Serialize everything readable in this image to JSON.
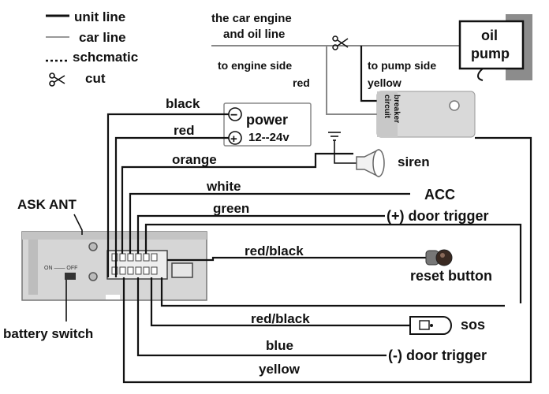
{
  "legend": {
    "unit_line": "unit line",
    "car_line": "car line",
    "schematic": "schcmatic",
    "cut": "cut"
  },
  "engine": {
    "title_line1": "the car engine",
    "title_line2": "and oil line",
    "to_engine_side": "to engine side",
    "to_pump_side": "to pump side",
    "red": "red",
    "yellow": "yellow"
  },
  "oil_pump": {
    "line1": "oil",
    "line2": "pump"
  },
  "circuit_breaker": {
    "line1": "circuit",
    "line2": "breaker"
  },
  "power": {
    "label": "power",
    "voltage": "12--24v",
    "minus": "−",
    "plus": "+"
  },
  "wires": {
    "black": "black",
    "red": "red",
    "orange": "orange",
    "white": "white",
    "green": "green",
    "red_black_1": "red/black",
    "red_black_2": "red/black",
    "blue": "blue",
    "yellow": "yellow"
  },
  "devices": {
    "siren": "siren",
    "acc": "ACC",
    "door_plus": "(+) door trigger",
    "reset": "reset button",
    "sos": "sos",
    "door_minus": "(-) door trigger"
  },
  "unit": {
    "ask_ant": "ASK ANT",
    "battery_switch": "battery switch",
    "on_label": "ON",
    "off_label": "OFF"
  },
  "colors": {
    "line": "#111111",
    "car_line": "#888888",
    "panel": "#d6d6d6",
    "panel_dark": "#a9a9a9"
  }
}
